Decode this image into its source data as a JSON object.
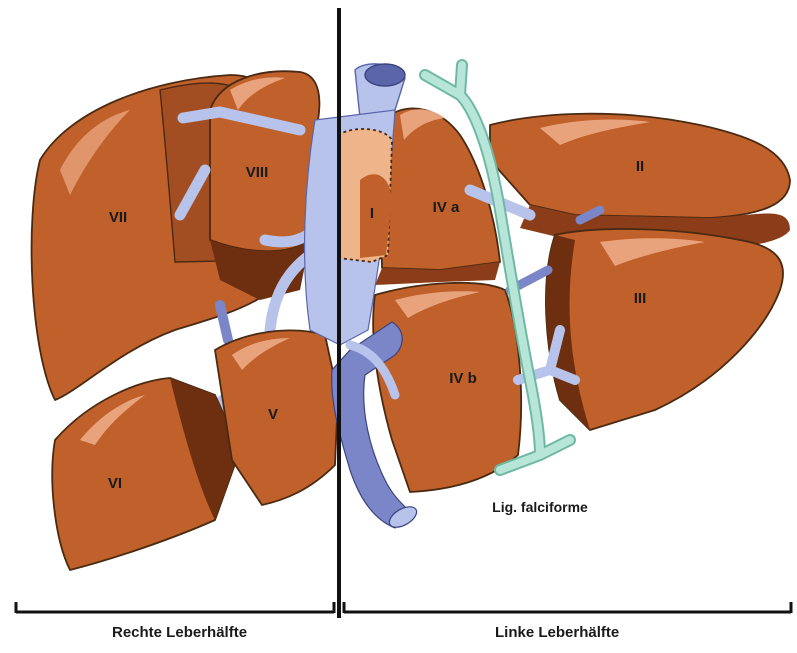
{
  "colors": {
    "liver": "#c0602a",
    "liver_dark": "#8a3d18",
    "liver_shade": "#6e2e10",
    "vein": "#7b86c8",
    "vein_light": "#b7c3ea",
    "vein_dark": "#5b66aa",
    "caudate_overlay": "#efb58a",
    "ligament": "#b7e6d9",
    "ligament_stroke": "#6fb9a4",
    "outline": "#4a2a12",
    "divider": "#111111"
  },
  "segments": {
    "I": "I",
    "II": "II",
    "III": "III",
    "IVa": "IV a",
    "IVb": "IV b",
    "V": "V",
    "VI": "VI",
    "VII": "VII",
    "VIII": "VIII"
  },
  "annotations": {
    "ligament": "Lig. falciforme"
  },
  "halves": {
    "right": "Rechte Leberhälfte",
    "left": "Linke Leberhälfte"
  }
}
